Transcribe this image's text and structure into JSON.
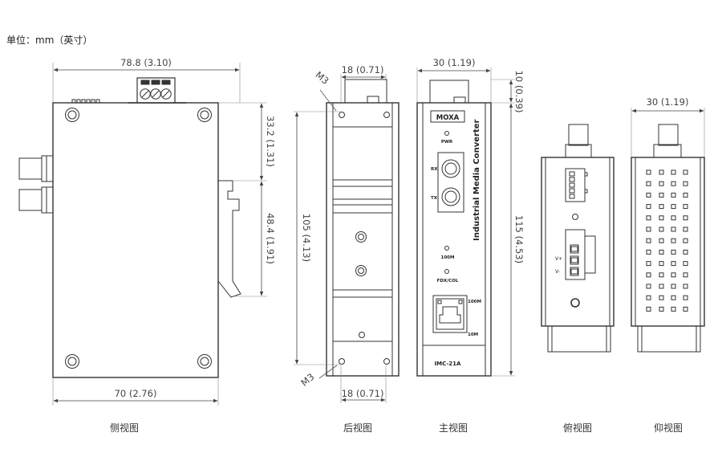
{
  "unit_note": "单位：mm（英寸）",
  "views": {
    "side": {
      "caption": "侧视图",
      "dim_width_top": "78.8 (3.10)",
      "dim_upper": "33.2 (1.31)",
      "dim_lower": "48.4 (1.91)",
      "dim_width_bottom": "70 (2.76)"
    },
    "back": {
      "caption": "后视图",
      "dim_top": "18 (0.71)",
      "dim_bottom": "18 (0.71)",
      "dim_height": "105 (4.13)",
      "screw_top": "M3",
      "screw_bottom": "M3"
    },
    "front": {
      "caption": "主视图",
      "dim_width": "30 (1.19)",
      "dim_top_offset": "10 (0.39)",
      "dim_height": "115 (4.53)",
      "brand": "MOXA",
      "pwr": "PWR",
      "rx": "RX",
      "tx": "TX",
      "vertical_title": "Industrial Media Converter",
      "led_100m": "100M",
      "led_fdx": "FDX/COL",
      "port_100m": "100M",
      "port_10m": "10M",
      "model": "IMC-21A"
    },
    "top": {
      "caption": "俯视图",
      "v_plus": "V+",
      "v_minus": "V-"
    },
    "bottom": {
      "caption": "仰视图",
      "dim_width": "30 (1.19)"
    }
  }
}
